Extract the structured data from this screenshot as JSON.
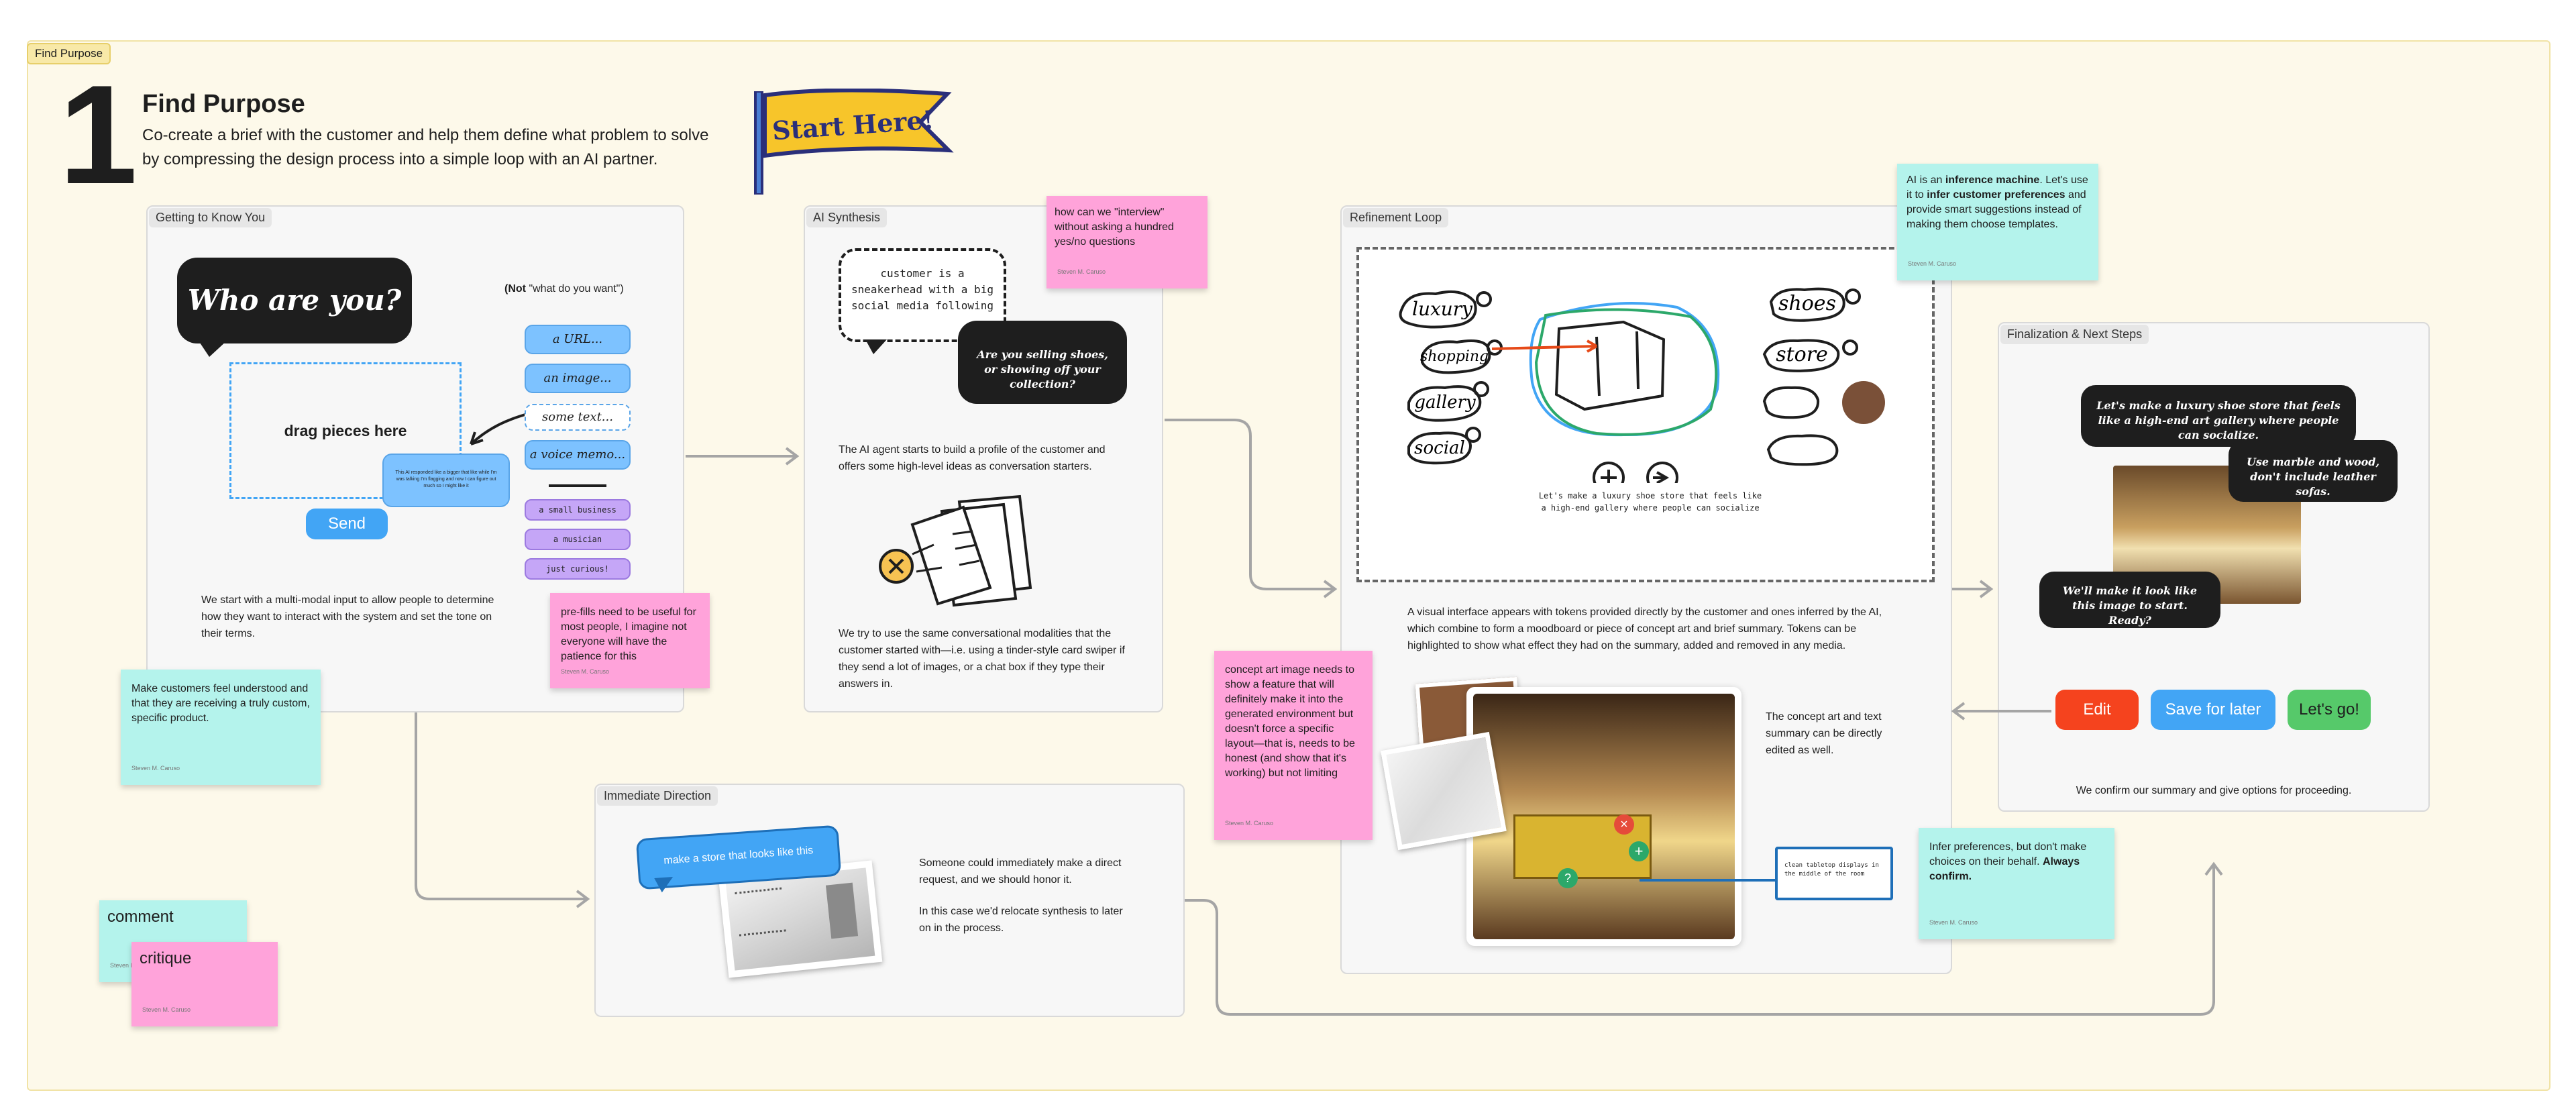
{
  "section": {
    "label": "Find Purpose"
  },
  "header": {
    "number": "1",
    "title": "Find Purpose",
    "description": "Co-create a brief with the customer and help them define what problem to solve by compressing the design process into a simple loop with an AI partner.",
    "banner": "Start Here!"
  },
  "panels": {
    "getting": {
      "tag": "Getting to Know You",
      "who": "Who are you?",
      "not_prefix": "(Not",
      "not_text": "\"what do you want\")",
      "drop": "drag pieces here",
      "send": "Send",
      "chips": [
        "a URL...",
        "an image...",
        "some text...",
        "a voice memo..."
      ],
      "small_chips": [
        "a small business",
        "a musician",
        "just curious!"
      ],
      "memo": "This AI responded like a bigger that like while I'm was talking I'm flagging and now I can figure out much so I might like it",
      "text": "We start with a multi-modal input to allow people to determine how they want to interact with the system and set the tone on their terms."
    },
    "synthesis": {
      "tag": "AI Synthesis",
      "thought": "customer is a sneakerhead with a big social media following",
      "question": "Are you selling shoes, or showing off your collection?",
      "text1": "The AI agent starts to build a profile of the customer and offers some high-level ideas as conversation starters.",
      "text2": "We try to use the same conversational modalities that the customer started with—i.e. using a tinder-style card swiper if they send a lot of images, or a chat box if they type their answers in."
    },
    "immediate": {
      "tag": "Immediate Direction",
      "bubble": "make a store that looks like this",
      "text1": "Someone could immediately make a direct request, and we should honor it.",
      "text2": "In this case we'd relocate synthesis to later on in the process."
    },
    "refinement": {
      "tag": "Refinement Loop",
      "words": [
        "luxury",
        "shopping",
        "gallery",
        "social",
        "shoes",
        "store"
      ],
      "caption": "Let's make a luxury shoe store that feels like a high-end gallery where people can socialize",
      "text1": "A visual interface appears with tokens provided directly by the customer and ones inferred by the AI, which combine to form a moodboard or piece of concept art and brief summary. Tokens can be highlighted to show what effect they had on the summary, added and removed in any media.",
      "text2": "The concept art and text summary can be directly edited as well.",
      "callout": "clean tabletop displays in the middle of the room"
    },
    "final": {
      "tag": "Finalization & Next Steps",
      "b1": "Let's make a luxury shoe store that feels like a high-end art gallery where people can socialize.",
      "b2": "Use marble and wood, don't include leather sofas.",
      "b3": "We'll make it look like this image to start. Ready?",
      "edit": "Edit",
      "save": "Save for later",
      "go": "Let's go!",
      "text": "We confirm our summary and give options for proceeding."
    }
  },
  "stickies": {
    "prefills": {
      "text": "pre-fills need to be useful for most people, I imagine not everyone will have the patience for this",
      "author": "Steven M. Caruso"
    },
    "customers": {
      "text": "Make customers feel understood and that they are receiving a truly custom, specific product.",
      "author": "Steven M. Caruso"
    },
    "interview": {
      "text": "how can we \"interview\" without asking a hundred yes/no questions",
      "author": "Steven M. Caruso"
    },
    "concept": {
      "text": "concept art image needs to show a feature that will definitely make it into the generated environment but doesn't force a specific layout—that is, needs to be honest (and show that it's working) but not limiting",
      "author": "Steven M. Caruso"
    },
    "inference": {
      "t1": "AI is an ",
      "b1": "inference machine",
      "t2": ". Let's use it to ",
      "b2": "infer customer preferences",
      "t3": " and provide smart suggestions instead of making them choose templates.",
      "author": "Steven M. Caruso"
    },
    "infer": {
      "t1": "Infer preferences, but don't make choices on their behalf. ",
      "b1": "Always confirm.",
      "author": "Steven M. Caruso"
    },
    "comment": {
      "text": "comment",
      "author": "Steven M. Caruso"
    },
    "critique": {
      "text": "critique",
      "author": "Steven M. Caruso"
    }
  },
  "colors": {
    "accent_blue": "#42a5f5",
    "edit_red": "#f5431e",
    "go_green": "#56c96a",
    "sticky_pink": "#ffa3da",
    "sticky_cyan": "#b4f3ec"
  }
}
